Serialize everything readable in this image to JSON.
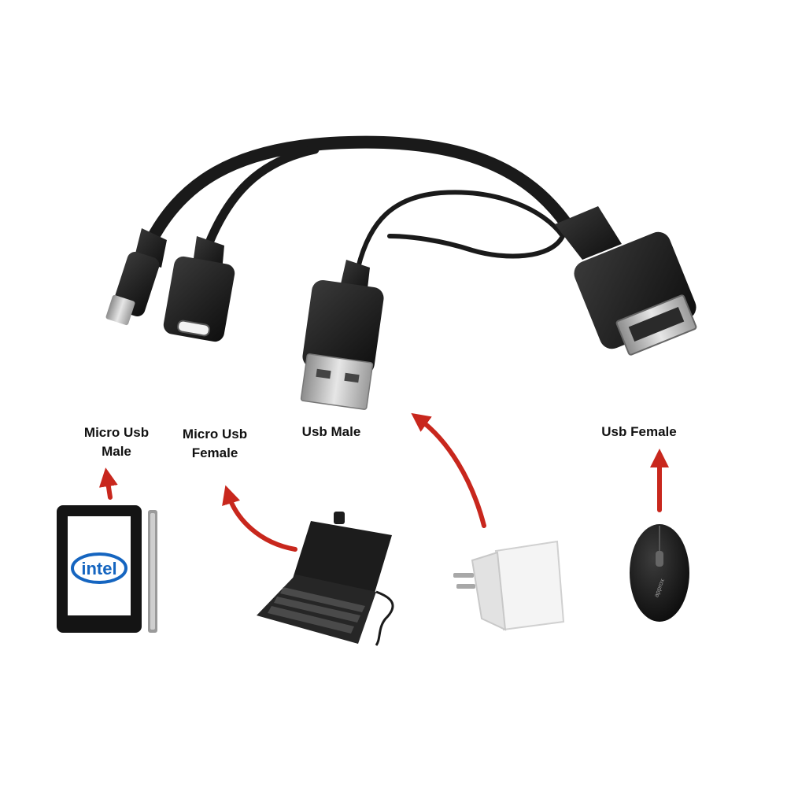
{
  "labels": {
    "micro_usb_male": [
      "Micro Usb",
      "Male"
    ],
    "micro_usb_female": [
      "Micro Usb",
      "Female"
    ],
    "usb_male": "Usb Male",
    "usb_female": "Usb Female"
  },
  "devices": {
    "tablet_brand": "intel",
    "mouse_brand": "approx"
  },
  "colors": {
    "cable": "#1a1a1a",
    "arrow": "#c8271d",
    "background": "#ffffff"
  }
}
